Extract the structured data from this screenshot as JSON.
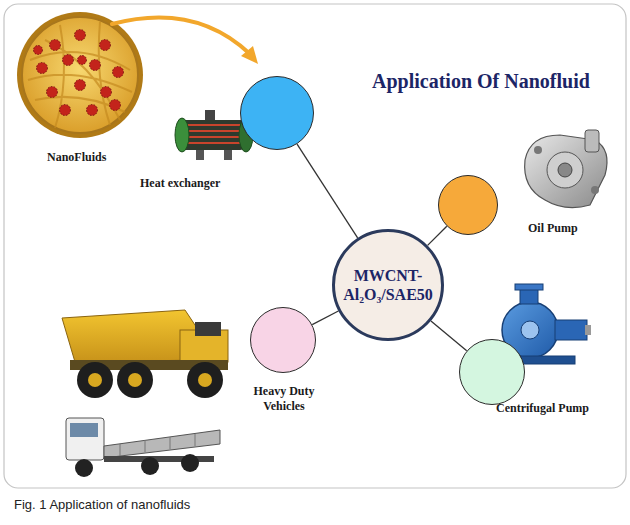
{
  "diagram": {
    "title": "Application Of Nanofluid",
    "caption": "Fig. 1 Application of nanofluids",
    "nodes": [
      {
        "text": [
          "Heat exchanger"
        ]
      },
      {
        "text": [
          "Oil Pump"
        ]
      },
      {
        "text": [
          "MWCNT-Al₂O₃/SAE50"
        ]
      },
      {
        "text": [
          "Heavy Duty Vehicles"
        ]
      },
      {
        "text": [
          "Centrifugal Pump"
        ]
      }
    ],
    "edges": [
      {
        "from": 2,
        "to": 0,
        "arrow": "none"
      },
      {
        "from": 2,
        "to": 1,
        "arrow": "none"
      },
      {
        "from": 2,
        "to": 3,
        "arrow": "none"
      },
      {
        "from": 2,
        "to": 4,
        "arrow": "none"
      }
    ],
    "labels": [
      "NanoFluids"
    ]
  }
}
